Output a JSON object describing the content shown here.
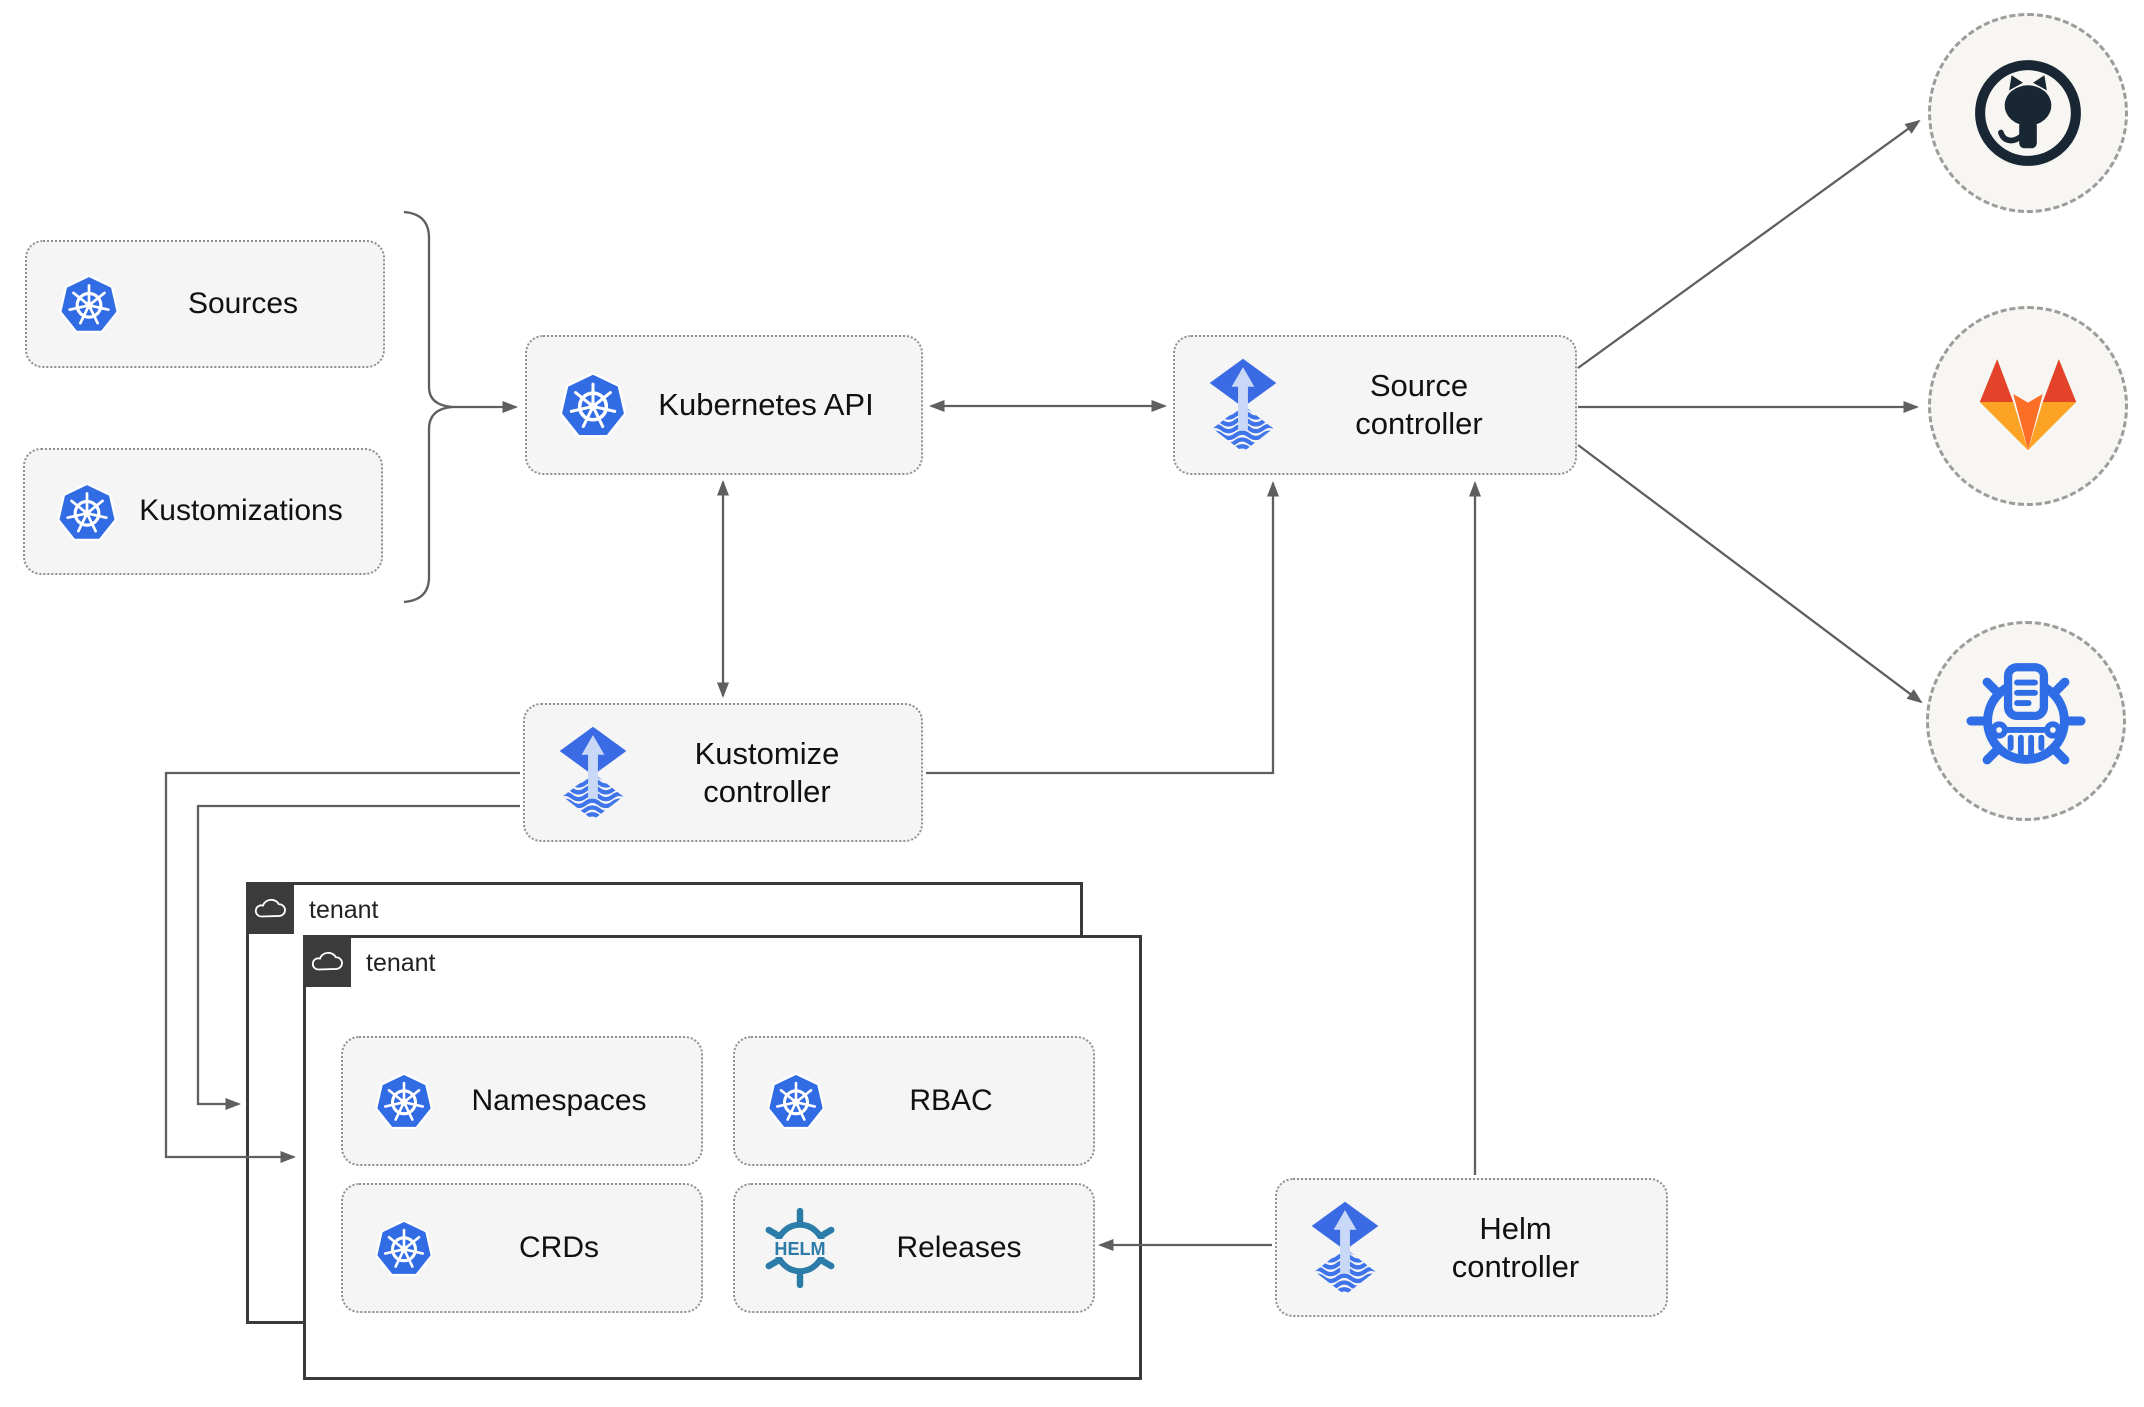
{
  "colors": {
    "kubernetes_blue": "#326CE5",
    "flux_blue": "#3A6AE4",
    "flux_arrow_light": "#C9D8F6",
    "helm_teal": "#2B7CA8",
    "github_dark": "#192734",
    "gitlab_red": "#E24329",
    "gitlab_orange": "#FC6D26",
    "gitlab_amber": "#FCA326",
    "connector_gray": "#5F5F5F"
  },
  "nodes": {
    "sources": {
      "label": "Sources"
    },
    "kustomizations": {
      "label": "Kustomizations"
    },
    "kubernetes_api": {
      "label": "Kubernetes API"
    },
    "source_controller": {
      "label": "Source controller"
    },
    "kustomize_controller": {
      "label": "Kustomize controller"
    },
    "helm_controller": {
      "label": "Helm controller"
    },
    "tenant_back": {
      "label": "tenant"
    },
    "tenant_front": {
      "label": "tenant"
    },
    "namespaces": {
      "label": "Namespaces"
    },
    "rbac": {
      "label": "RBAC"
    },
    "crds": {
      "label": "CRDs"
    },
    "releases": {
      "label": "Releases"
    }
  },
  "icons": {
    "helm_wordmark": "HELM",
    "endpoint_icons": [
      "github-icon",
      "gitlab-icon",
      "helm-repository-icon"
    ]
  }
}
